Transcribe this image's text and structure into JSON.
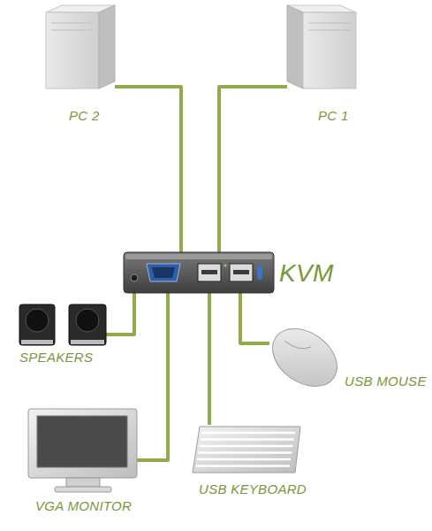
{
  "diagram": {
    "nodes": [
      {
        "text": [
          "PC 2"
        ]
      },
      {
        "text": [
          "PC 1"
        ]
      },
      {
        "text": [
          "KVM"
        ]
      },
      {
        "text": [
          "SPEAKERS"
        ]
      },
      {
        "text": [
          "USB MOUSE"
        ]
      },
      {
        "text": [
          "VGA MONITOR"
        ]
      },
      {
        "text": [
          "USB KEYBOARD"
        ]
      }
    ],
    "edges": [
      {
        "from": 0,
        "to": 2,
        "arrow": "none"
      },
      {
        "from": 1,
        "to": 2,
        "arrow": "none"
      },
      {
        "from": 2,
        "to": 3,
        "arrow": "none"
      },
      {
        "from": 2,
        "to": 4,
        "arrow": "none"
      },
      {
        "from": 2,
        "to": 5,
        "arrow": "none"
      },
      {
        "from": 2,
        "to": 6,
        "arrow": "none"
      }
    ]
  }
}
